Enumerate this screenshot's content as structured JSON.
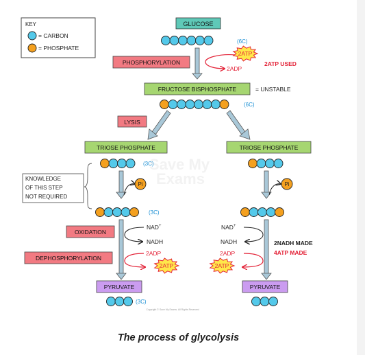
{
  "key": {
    "title": "KEY",
    "carbon": "= CARBON",
    "phosphate": "= PHOSPHATE"
  },
  "glucose": {
    "label": "GLUCOSE",
    "carbons": "(6C)"
  },
  "phosphorylation": {
    "label": "PHOSPHORYLATION",
    "atp": "2ATP",
    "adp": "2ADP",
    "used": "2ATP  USED"
  },
  "fructose": {
    "label": "FRUCTOSE  BISPHOSPHATE",
    "note": "= UNSTABLE",
    "carbons": "(6C)"
  },
  "lysis": {
    "label": "LYSIS"
  },
  "triose": {
    "left_label": "TRIOSE  PHOSPHATE",
    "right_label": "TRIOSE  PHOSPHATE",
    "carbons": "(3C)"
  },
  "knowledge_note": [
    "KNOWLEDGE",
    "OF THIS STEP",
    "NOT  REQUIRED"
  ],
  "pi": "Pi",
  "bisphosphate_carbons": "(3C)",
  "oxidation": {
    "label": "OXIDATION",
    "nad": "NAD",
    "nad_sup": "+",
    "nadh": "NADH"
  },
  "dephosphorylation": {
    "label": "DEPHOSPHORYLATION",
    "adp": "2ADP",
    "atp": "2ATP"
  },
  "made": {
    "nadh": "2NADH  MADE",
    "atp": "4ATP  MADE"
  },
  "pyruvate": {
    "left_label": "PYRUVATE",
    "right_label": "PYRUVATE",
    "carbons": "(3C)"
  },
  "copyright": "Copyright © Save My Exams. All Rights Reserved",
  "watermark": [
    "Save My",
    "Exams"
  ],
  "caption": "The process of glycolysis",
  "colors": {
    "carbon": "#54c9ea",
    "phosphate": "#f4a01f",
    "green_box": "#a6d671",
    "red_box": "#f27a82",
    "purple_box": "#cb9cf0",
    "teal_box": "#5fc9b8",
    "red_text": "#e32237",
    "blue_text": "#1a8fd4",
    "yellow_star": "#ffe84a",
    "arrow_blue": "#a9c8d8",
    "arrow_pink": "#f0a0ab"
  }
}
